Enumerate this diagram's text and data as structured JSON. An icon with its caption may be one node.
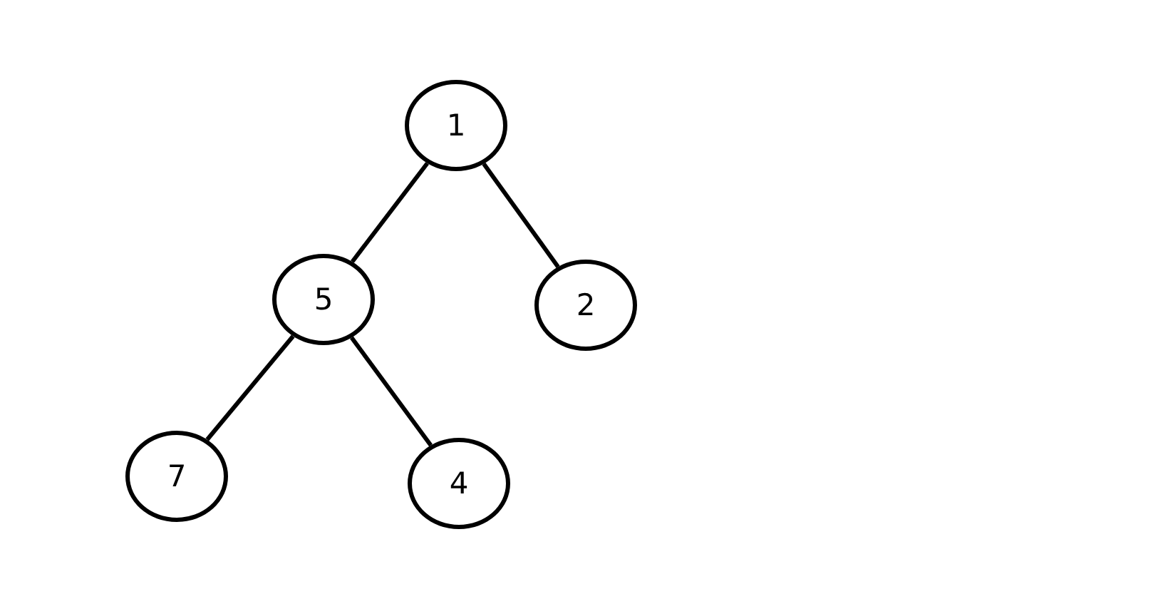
{
  "diagram": {
    "nodes": [
      {
        "text": [
          "1"
        ]
      },
      {
        "text": [
          "5"
        ]
      },
      {
        "text": [
          "2"
        ]
      },
      {
        "text": [
          "7"
        ]
      },
      {
        "text": [
          "4"
        ]
      }
    ],
    "edges": [
      {
        "from": 0,
        "to": 1,
        "arrow": "none"
      },
      {
        "from": 0,
        "to": 2,
        "arrow": "none"
      },
      {
        "from": 1,
        "to": 3,
        "arrow": "none"
      },
      {
        "from": 1,
        "to": 4,
        "arrow": "none"
      }
    ]
  }
}
